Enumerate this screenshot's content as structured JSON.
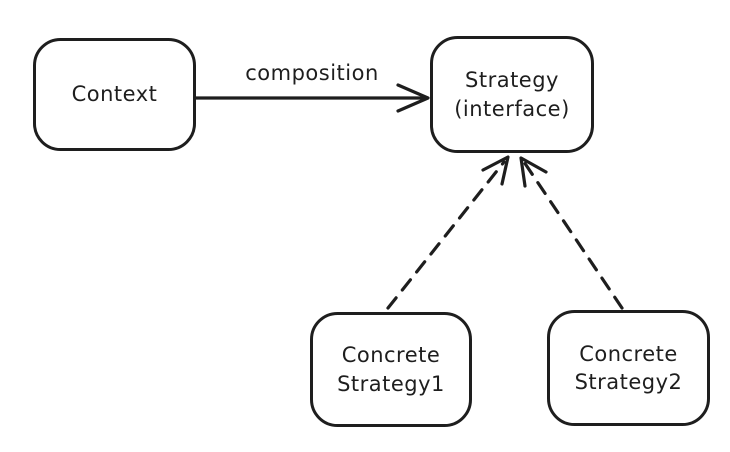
{
  "diagram": {
    "type": "uml-strategy-pattern",
    "style": "hand-drawn",
    "colors": {
      "stroke": "#1e1e1e",
      "background": "#ffffff"
    },
    "nodes": [
      {
        "id": "context",
        "label": "Context"
      },
      {
        "id": "strategy",
        "label_line1": "Strategy",
        "label_line2": "(interface)"
      },
      {
        "id": "concrete-strategy-1",
        "label_line1": "Concrete",
        "label_line2": "Strategy1"
      },
      {
        "id": "concrete-strategy-2",
        "label_line1": "Concrete",
        "label_line2": "Strategy2"
      }
    ],
    "edges": [
      {
        "from": "context",
        "to": "strategy",
        "label": "composition",
        "line": "solid",
        "arrowhead": "open"
      },
      {
        "from": "concrete-strategy-1",
        "to": "strategy",
        "label": "",
        "line": "dashed",
        "arrowhead": "open"
      },
      {
        "from": "concrete-strategy-2",
        "to": "strategy",
        "label": "",
        "line": "dashed",
        "arrowhead": "open"
      }
    ]
  }
}
